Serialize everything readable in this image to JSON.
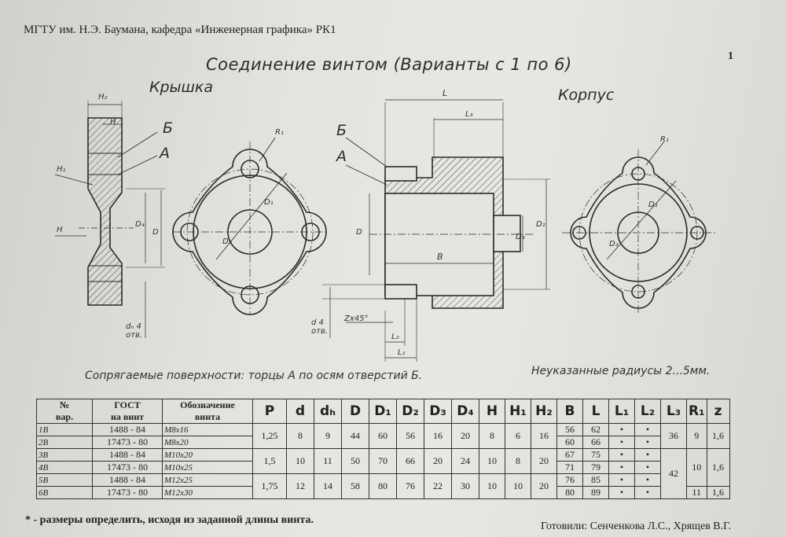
{
  "header": {
    "institution": "МГТУ им. Н.Э. Баумана, кафедра «Инженерная графика» РК1",
    "page_number": "1"
  },
  "title": "Соединение винтом (Варианты с 1 по 6)",
  "labels": {
    "cover": "Крышка",
    "body": "Корпус",
    "b": "Б",
    "a": "А",
    "b2": "Б",
    "a2": "А"
  },
  "dims": {
    "H2": "H₂",
    "H": "H",
    "H1": "H₁",
    "H1b": "H",
    "D4": "D₄",
    "D": "D",
    "D1": "D₁",
    "D2": "D₂",
    "R1": "R₁",
    "dh": "dₕ 4 отв.",
    "L": "L",
    "L3": "L₃",
    "D3": "D₃",
    "Db": "D",
    "B": "B",
    "D2b": "D₂",
    "d": "d 4 отв.",
    "chamfer": "Zx45°",
    "L2": "L₂",
    "L1": "L₁",
    "R1b": "R₁",
    "D1b": "D₁",
    "D2c": "D₂"
  },
  "notes": {
    "mating": "Сопрягаемые поверхности: торцы А по осям отверстий Б.",
    "radii": "Неуказанные радиусы 2...5мм."
  },
  "table": {
    "head": {
      "no": "№",
      "var": "вар.",
      "gost": "ГОСТ",
      "gost2": "на винт",
      "des": "Обозначение",
      "des2": "винта",
      "P": "P",
      "d": "d",
      "dh": "dₕ",
      "D": "D",
      "D1": "D₁",
      "D2": "D₂",
      "D3": "D₃",
      "D4": "D₄",
      "H": "H",
      "H1": "H₁",
      "H2": "H₂",
      "B": "B",
      "L": "L",
      "L1": "L₁",
      "L2": "L₂",
      "L3": "L₃",
      "R1": "R₁",
      "z": "z"
    },
    "rows": [
      {
        "var": "1В",
        "gost": "1488 - 84",
        "des": "M8x16",
        "B": "56",
        "L": "62",
        "L1": "•",
        "L2": "•"
      },
      {
        "var": "2В",
        "gost": "17473 - 80",
        "des": "M8x20",
        "B": "60",
        "L": "66",
        "L1": "•",
        "L2": "•"
      },
      {
        "var": "3В",
        "gost": "1488 - 84",
        "des": "M10x20",
        "B": "67",
        "L": "75",
        "L1": "•",
        "L2": "•"
      },
      {
        "var": "4В",
        "gost": "17473 - 80",
        "des": "M10x25",
        "B": "71",
        "L": "79",
        "L1": "•",
        "L2": "•"
      },
      {
        "var": "5В",
        "gost": "1488 - 84",
        "des": "M12x25",
        "B": "76",
        "L": "85",
        "L1": "•",
        "L2": "•"
      },
      {
        "var": "6В",
        "gost": "17473 - 80",
        "des": "M12x30",
        "B": "80",
        "L": "89",
        "L1": "•",
        "L2": "•"
      }
    ],
    "g1": {
      "P": "1,25",
      "d": "8",
      "dh": "9",
      "D": "44",
      "D1": "60",
      "D2": "56",
      "D3": "16",
      "D4": "20",
      "H": "8",
      "H1": "6",
      "H2": "16"
    },
    "g2": {
      "P": "1,5",
      "d": "10",
      "dh": "11",
      "D": "50",
      "D1": "70",
      "D2": "66",
      "D3": "20",
      "D4": "24",
      "H": "10",
      "H1": "8",
      "H2": "20"
    },
    "g3": {
      "P": "1,75",
      "d": "12",
      "dh": "14",
      "D": "58",
      "D1": "80",
      "D2": "76",
      "D3": "22",
      "D4": "30",
      "H": "10",
      "H1": "10",
      "H2": "20"
    },
    "L3a": "36",
    "L3b": "42",
    "R1a": "9",
    "R1b": "10",
    "R1c": "11",
    "za": "1,6",
    "zb": "1,6",
    "zc": "1,6"
  },
  "footnote": "* - размеры определить, исходя из заданной длины винта.",
  "prepared": "Готовили: Сенченкова Л.С., Хрящев В.Г."
}
